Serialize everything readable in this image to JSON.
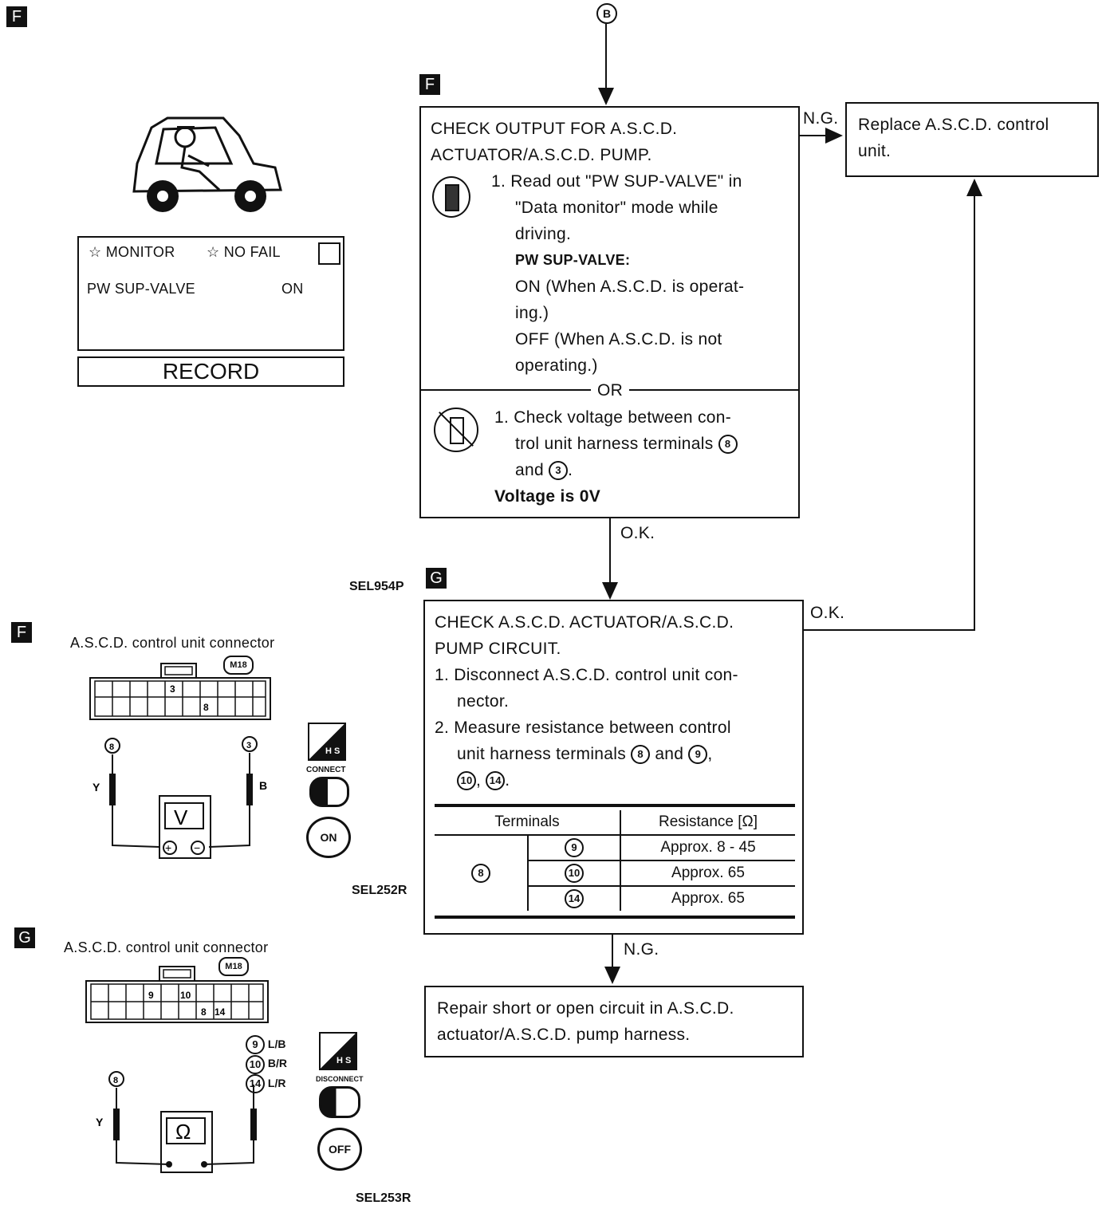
{
  "badges": {
    "f1": "F",
    "f2": "F",
    "g1": "G",
    "g2": "G",
    "f_left": "F",
    "g_left": "G"
  },
  "top_connector": "B",
  "monitor_screen": {
    "header_left": "☆ MONITOR",
    "header_right": "☆ NO FAIL",
    "item_label": "PW SUP-VALVE",
    "item_value": "ON",
    "record_button": "RECORD"
  },
  "step_f": {
    "title_line1": "CHECK OUTPUT FOR A.S.C.D.",
    "title_line2": "ACTUATOR/A.S.C.D. PUMP.",
    "consult_lines": [
      "1. Read out \"PW SUP-VALVE\" in",
      "\"Data monitor\" mode while",
      "driving."
    ],
    "pw_heading": "PW SUP-VALVE:",
    "pw_lines": [
      "ON (When A.S.C.D. is operat-",
      "ing.)",
      "OFF (When A.S.C.D. is not",
      "operating.)"
    ],
    "or_label": "OR",
    "voltage_line1": "1. Check voltage between con-",
    "voltage_line2": "trol unit harness terminals",
    "voltage_term_a": "8",
    "voltage_line3": "and",
    "voltage_term_b": "3",
    "voltage_result": "Voltage is 0V"
  },
  "replace_box": {
    "line1": "Replace A.S.C.D. control",
    "line2": "unit."
  },
  "flow_labels": {
    "ng_top": "N.G.",
    "ok_mid": "O.K.",
    "ok_right": "O.K.",
    "ng_bottom": "N.G."
  },
  "ref_codes": {
    "sel954p": "SEL954P",
    "sel252r": "SEL252R",
    "sel253r": "SEL253R"
  },
  "step_g": {
    "title_line1": "CHECK A.S.C.D. ACTUATOR/A.S.C.D.",
    "title_line2": "PUMP CIRCUIT.",
    "step1_line1": "1. Disconnect A.S.C.D. control unit con-",
    "step1_line2": "nector.",
    "step2_line1": "2. Measure resistance between control",
    "step2_line2": "unit harness terminals",
    "term_8": "8",
    "and": "and",
    "term_9": "9",
    "term_10": "10",
    "term_14": "14",
    "table": {
      "header_terminals": "Terminals",
      "header_resistance": "Resistance [Ω]",
      "from_terminal": "8",
      "rows": [
        {
          "to": "9",
          "resistance": "Approx. 8 - 45"
        },
        {
          "to": "10",
          "resistance": "Approx. 65"
        },
        {
          "to": "14",
          "resistance": "Approx. 65"
        }
      ]
    }
  },
  "repair_box": {
    "line1": "Repair short or open circuit in A.S.C.D.",
    "line2": "actuator/A.S.C.D. pump harness."
  },
  "diagram_f": {
    "title": "A.S.C.D. control unit connector",
    "connector_id": "M18",
    "pin_3": "3",
    "pin_8": "8",
    "probe_left_term": "8",
    "probe_right_term": "3",
    "wire_left": "Y",
    "wire_right": "B",
    "meter": "V",
    "hs_label": "H S",
    "connect_label": "CONNECT",
    "key_label": "ON"
  },
  "diagram_g": {
    "title": "A.S.C.D. control unit connector",
    "connector_id": "M18",
    "pin_9": "9",
    "pin_10": "10",
    "pin_8": "8",
    "pin_14": "14",
    "probe_left_term": "8",
    "wire_left": "Y",
    "legend": [
      {
        "term": "9",
        "color": "L/B"
      },
      {
        "term": "10",
        "color": "B/R"
      },
      {
        "term": "14",
        "color": "L/R"
      }
    ],
    "meter": "Ω",
    "hs_label": "H S",
    "disconnect_label": "DISCONNECT",
    "key_label": "OFF"
  }
}
